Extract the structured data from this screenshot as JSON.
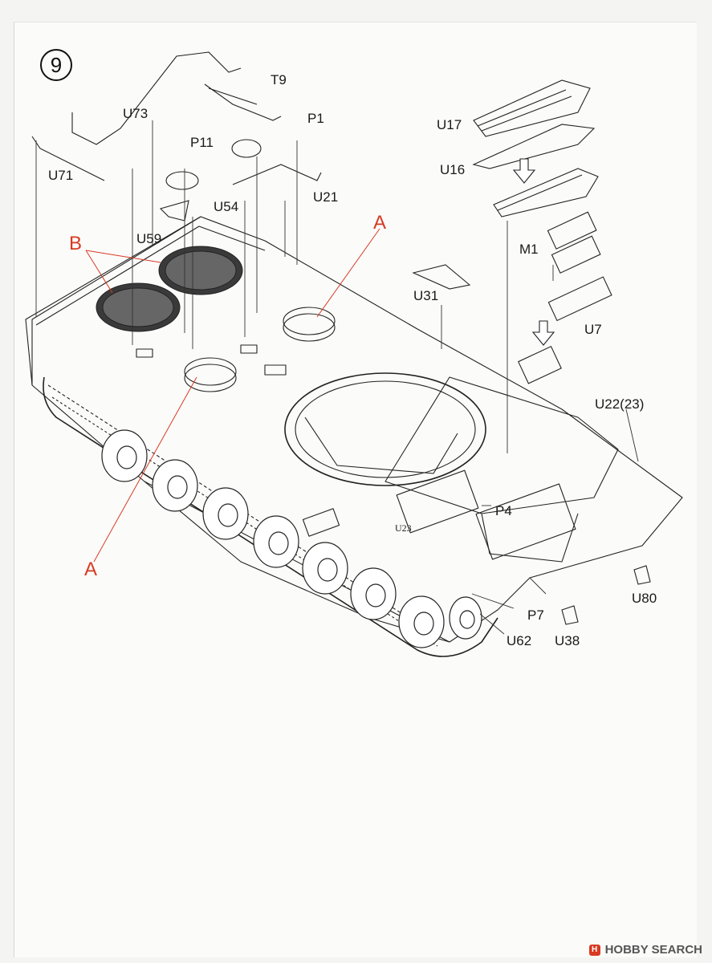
{
  "step_number": "9",
  "labels": {
    "T9": "T9",
    "P1": "P1",
    "U73": "U73",
    "P11": "P11",
    "U71": "U71",
    "U21": "U21",
    "U54": "U54",
    "U59": "U59",
    "B": "B",
    "A_top": "A",
    "A_bottom": "A",
    "U17": "U17",
    "U16": "U16",
    "M1": "M1",
    "U7": "U7",
    "U31": "U31",
    "U22": "U22(23)",
    "P4": "P4",
    "U23": "U23",
    "P7": "P7",
    "U62": "U62",
    "U38": "U38",
    "U80": "U80"
  },
  "watermark": {
    "logo": "H",
    "text": "HOBBY SEARCH"
  },
  "colors": {
    "callout": "#d83a22",
    "ink": "#1a1a1a"
  }
}
